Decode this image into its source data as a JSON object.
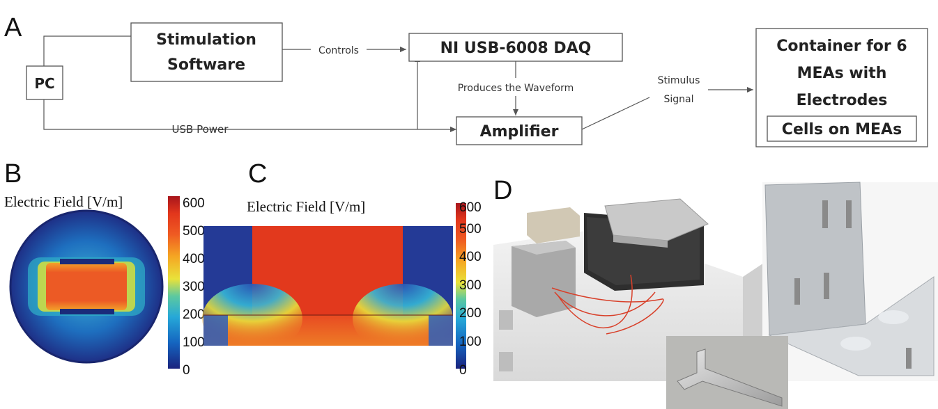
{
  "panel_a": {
    "label": "A",
    "pc": "PC",
    "software_l1": "Stimulation",
    "software_l2": "Software",
    "controls": "Controls",
    "daq": "NI USB-6008 DAQ",
    "waveform": "Produces the Waveform",
    "amplifier": "Amplifier",
    "usb_power": "USB Power",
    "stimulus_l1": "Stimulus",
    "stimulus_l2": "Signal",
    "container_l1": "Container for 6",
    "container_l2": "MEAs with",
    "container_l3": "Electrodes",
    "cells": "Cells on MEAs"
  },
  "panel_b": {
    "label": "B",
    "title": "Electric Field [V/m]",
    "ticks": [
      "600",
      "500",
      "400",
      "300",
      "200",
      "100",
      "0"
    ]
  },
  "panel_c": {
    "label": "C",
    "title": "Electric Field [V/m]",
    "ticks": [
      "600",
      "500",
      "400",
      "300",
      "200",
      "100",
      "0"
    ]
  },
  "panel_d": {
    "label": "D"
  },
  "colors": {
    "field_high": "#e8361c",
    "field_low": "#1e2f86",
    "line": "#555555"
  }
}
